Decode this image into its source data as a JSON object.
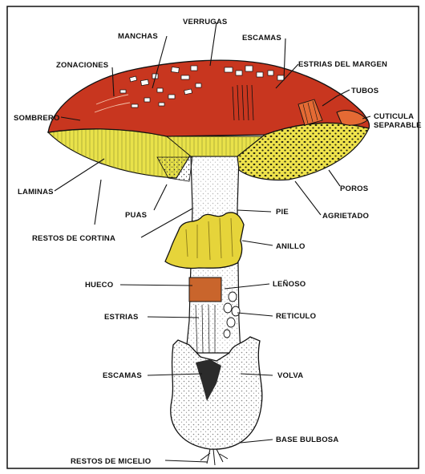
{
  "labels": {
    "manchas": "MANCHAS",
    "verrugas": "VERRUGAS",
    "escamas_top": "ESCAMAS",
    "zonaciones": "ZONACIONES",
    "estrias_margen": "ESTRIAS DEL MARGEN",
    "tubos": "TUBOS",
    "sombrero": "SOMBRERO",
    "cuticula_1": "CUTICULA",
    "cuticula_2": "SEPARABLE",
    "laminas": "LAMINAS",
    "poros": "POROS",
    "puas": "PUAS",
    "pie": "PIE",
    "agrietado": "AGRIETADO",
    "restos_cortina": "RESTOS DE CORTINA",
    "anillo": "ANILLO",
    "hueco": "HUECO",
    "lenoso": "LEÑOSO",
    "estrias": "ESTRIAS",
    "reticulo": "RETICULO",
    "escamas_bottom": "ESCAMAS",
    "volva": "VOLVA",
    "base_bulbosa": "BASE BULBOSA",
    "restos_micelio": "RESTOS DE MICELIO"
  },
  "colors": {
    "cap_red": "#c8361f",
    "gill_yellow": "#e9e24a",
    "pore_yellow": "#f0e44c",
    "ring_yellow": "#e6d43a",
    "hollow_orange": "#c9652c",
    "stipple": "#333333"
  }
}
